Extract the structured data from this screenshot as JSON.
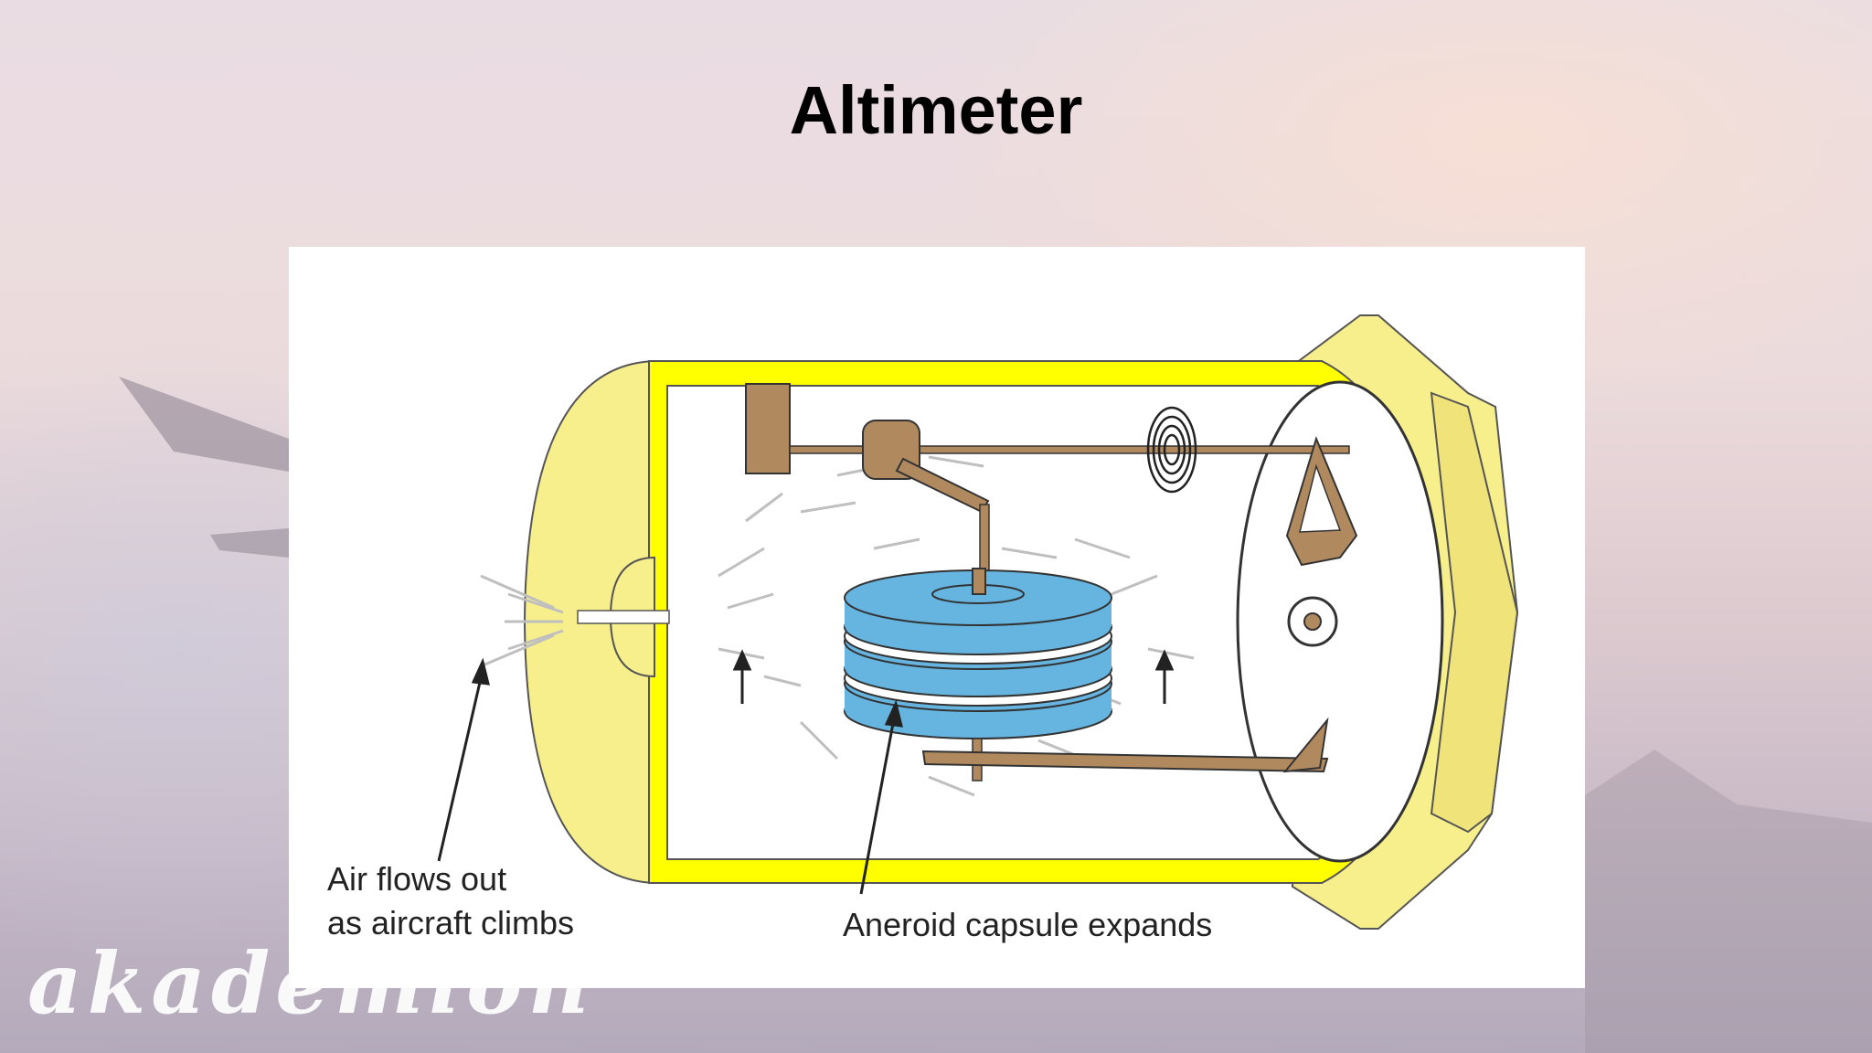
{
  "slide": {
    "title": "Altimeter",
    "watermark": "akademion"
  },
  "diagram": {
    "labels": {
      "air_flow_line1": "Air flows out",
      "air_flow_line2": "as aircraft climbs",
      "capsule": "Aneroid capsule expands"
    },
    "colors": {
      "casing": "#f7ee8c",
      "casing_stripe": "#ffff00",
      "capsule": "#66b5e0",
      "mechanism": "#b08a5e"
    }
  }
}
